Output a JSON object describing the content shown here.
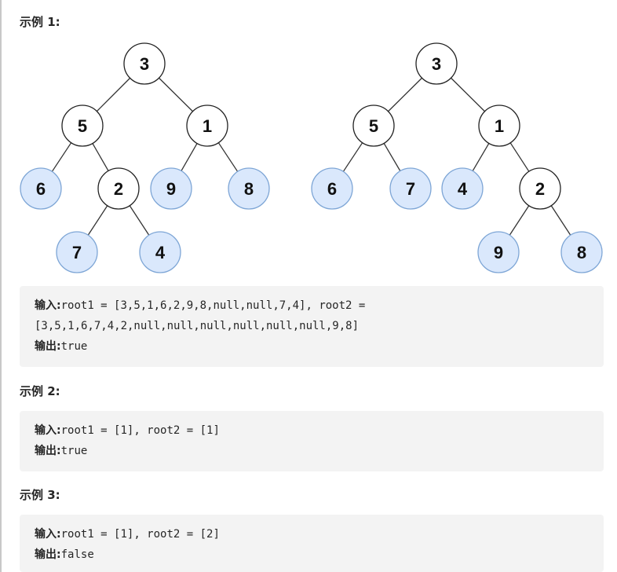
{
  "examples": [
    {
      "title": "示例 1:",
      "input_label": "输入:",
      "input_text": "root1 = [3,5,1,6,2,9,8,null,null,7,4], root2 =",
      "input_text_cont": "[3,5,1,6,7,4,2,null,null,null,null,null,null,9,8]",
      "output_label": "输出:",
      "output_text": "true"
    },
    {
      "title": "示例 2:",
      "input_label": "输入:",
      "input_text": "root1 = [1], root2 = [1]",
      "output_label": "输出:",
      "output_text": "true"
    },
    {
      "title": "示例 3:",
      "input_label": "输入:",
      "input_text": "root1 = [1], root2 = [2]",
      "output_label": "输出:",
      "output_text": "false"
    }
  ],
  "trees": {
    "tree1": {
      "nodes": [
        {
          "id": "3",
          "label": "3",
          "leaf": false
        },
        {
          "id": "5",
          "label": "5",
          "leaf": false
        },
        {
          "id": "1",
          "label": "1",
          "leaf": false
        },
        {
          "id": "6",
          "label": "6",
          "leaf": true
        },
        {
          "id": "2",
          "label": "2",
          "leaf": false
        },
        {
          "id": "9",
          "label": "9",
          "leaf": true
        },
        {
          "id": "8",
          "label": "8",
          "leaf": true
        },
        {
          "id": "7",
          "label": "7",
          "leaf": true
        },
        {
          "id": "4",
          "label": "4",
          "leaf": true
        }
      ],
      "edges": [
        [
          "3",
          "5"
        ],
        [
          "3",
          "1"
        ],
        [
          "5",
          "6"
        ],
        [
          "5",
          "2"
        ],
        [
          "1",
          "9"
        ],
        [
          "1",
          "8"
        ],
        [
          "2",
          "7"
        ],
        [
          "2",
          "4"
        ]
      ]
    },
    "tree2": {
      "nodes": [
        {
          "id": "3",
          "label": "3",
          "leaf": false
        },
        {
          "id": "5",
          "label": "5",
          "leaf": false
        },
        {
          "id": "1",
          "label": "1",
          "leaf": false
        },
        {
          "id": "6",
          "label": "6",
          "leaf": true
        },
        {
          "id": "7",
          "label": "7",
          "leaf": true
        },
        {
          "id": "4",
          "label": "4",
          "leaf": true
        },
        {
          "id": "2",
          "label": "2",
          "leaf": false
        },
        {
          "id": "9",
          "label": "9",
          "leaf": true
        },
        {
          "id": "8",
          "label": "8",
          "leaf": true
        }
      ],
      "edges": [
        [
          "3",
          "5"
        ],
        [
          "3",
          "1"
        ],
        [
          "5",
          "6"
        ],
        [
          "5",
          "7"
        ],
        [
          "1",
          "4"
        ],
        [
          "1",
          "2"
        ],
        [
          "2",
          "9"
        ],
        [
          "2",
          "8"
        ]
      ]
    }
  },
  "colors": {
    "leaf_fill": "#dae8fc",
    "leaf_stroke": "#7ea6d6",
    "node_fill": "#ffffff",
    "node_stroke": "#222222"
  }
}
